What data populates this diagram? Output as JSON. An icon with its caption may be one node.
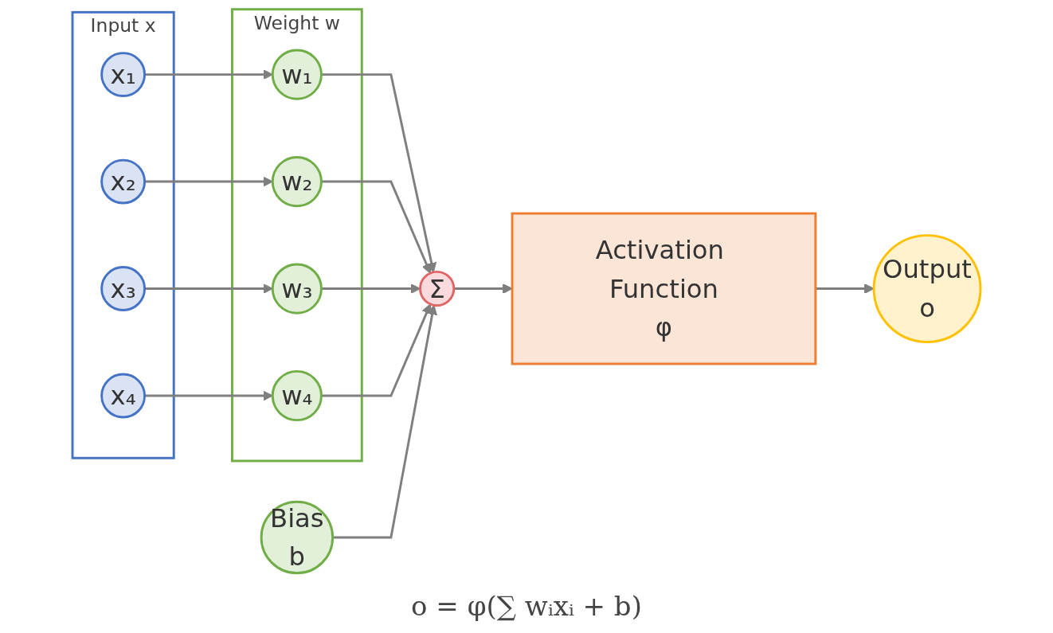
{
  "diagram": {
    "nodes": [
      {
        "text": [
          "Input x"
        ]
      },
      {
        "text": [
          "x₁"
        ],
        "in": 0
      },
      {
        "text": [
          "x₂"
        ],
        "in": 0
      },
      {
        "text": [
          "x₃"
        ],
        "in": 0
      },
      {
        "text": [
          "x₄"
        ],
        "in": 0
      },
      {
        "text": [
          "Weight w"
        ]
      },
      {
        "text": [
          "w₁"
        ],
        "in": 5
      },
      {
        "text": [
          "w₂"
        ],
        "in": 5
      },
      {
        "text": [
          "w₃"
        ],
        "in": 5
      },
      {
        "text": [
          "w₄"
        ],
        "in": 5
      },
      {
        "text": [
          "Bias",
          "b"
        ]
      },
      {
        "text": [
          "Σ"
        ]
      },
      {
        "text": [
          "Activation Function",
          "φ"
        ]
      },
      {
        "text": [
          "Output",
          "o"
        ]
      }
    ],
    "edges": [
      {
        "from": 1,
        "to": 6,
        "arrow": "to"
      },
      {
        "from": 2,
        "to": 7,
        "arrow": "to"
      },
      {
        "from": 3,
        "to": 8,
        "arrow": "to"
      },
      {
        "from": 4,
        "to": 9,
        "arrow": "to"
      },
      {
        "from": 6,
        "to": 11,
        "arrow": "to"
      },
      {
        "from": 7,
        "to": 11,
        "arrow": "to"
      },
      {
        "from": 8,
        "to": 11,
        "arrow": "to"
      },
      {
        "from": 9,
        "to": 11,
        "arrow": "to"
      },
      {
        "from": 10,
        "to": 11,
        "arrow": "to"
      },
      {
        "from": 11,
        "to": 12,
        "arrow": "to"
      },
      {
        "from": 12,
        "to": 13,
        "arrow": "to"
      }
    ],
    "labels": [
      "o = φ(∑ wᵢxᵢ + b)"
    ]
  }
}
